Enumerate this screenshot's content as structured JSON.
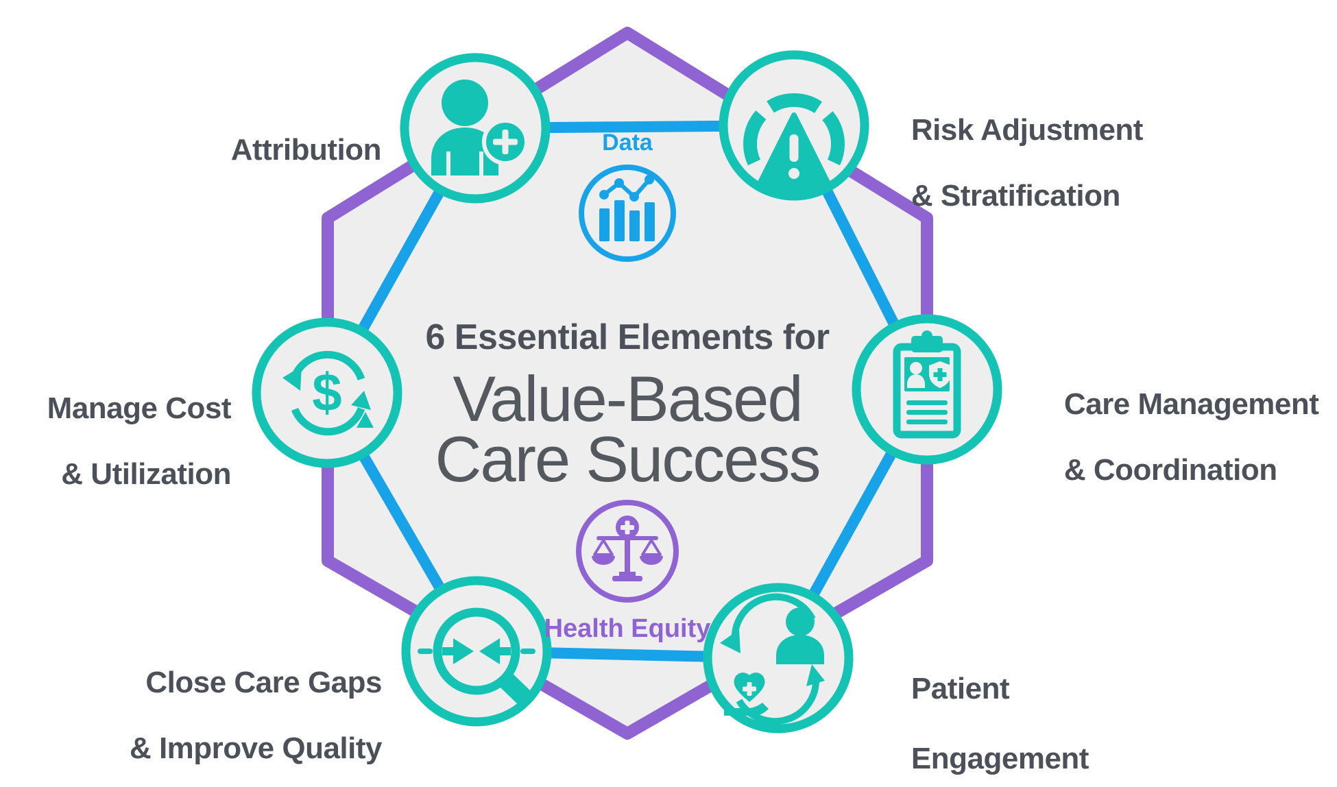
{
  "title": {
    "line1": "6 Essential Elements for",
    "line2": "Value-Based",
    "line3": "Care Success"
  },
  "center_icons": {
    "data": {
      "label": "Data",
      "icon": "bar-line-chart-icon"
    },
    "health_equity": {
      "label": "Health Equity",
      "icon": "balance-scale-icon"
    }
  },
  "elements": [
    {
      "id": "attribution",
      "icon": "person-add-icon",
      "label_lines": [
        "Attribution",
        ""
      ]
    },
    {
      "id": "risk-adjustment",
      "icon": "gauge-warning-icon",
      "label_lines": [
        "Risk Adjustment",
        "& Stratification"
      ]
    },
    {
      "id": "care-management",
      "icon": "clipboard-patient-icon",
      "label_lines": [
        "Care Management",
        "& Coordination"
      ]
    },
    {
      "id": "patient-engagement",
      "icon": "patient-cycle-icon",
      "label_lines": [
        "Patient",
        "Engagement"
      ]
    },
    {
      "id": "close-care-gaps",
      "icon": "magnifier-converge-icon",
      "label_lines": [
        "Close Care Gaps",
        "& Improve Quality"
      ]
    },
    {
      "id": "manage-cost",
      "icon": "dollar-cycle-icon",
      "label_lines": [
        "Manage Cost",
        "& Utilization"
      ],
      "icon_text": "$"
    }
  ],
  "colors": {
    "teal": "#15c3b5",
    "blue": "#18a3e8",
    "purple": "#8f63d2",
    "ink": "#4c5159",
    "ink-light": "#54585f",
    "cell": "#eeeeef",
    "bg": "#ffffff"
  }
}
